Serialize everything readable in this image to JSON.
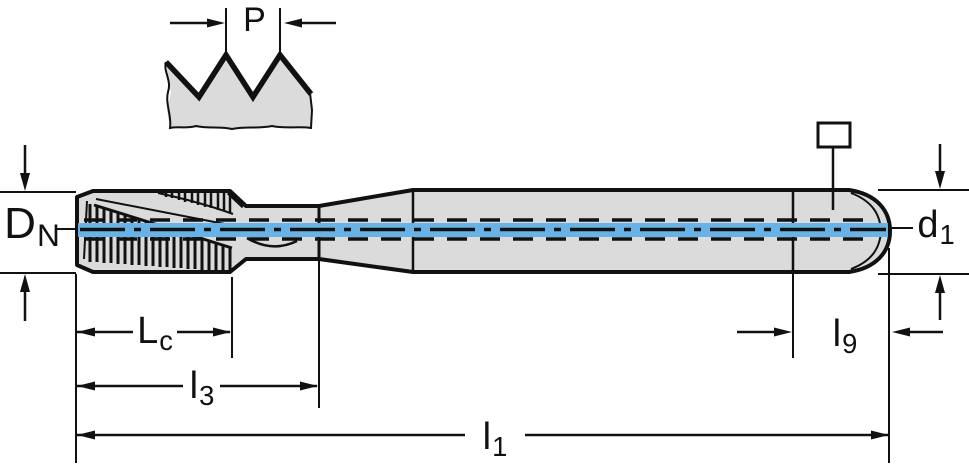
{
  "diagram": {
    "kind": "tap-technical-dimension-drawing",
    "colors": {
      "body_gray": "#DBDBDB",
      "centerline_blue": "#69B2E6",
      "line_black": "#111111"
    },
    "labels": {
      "pitch": {
        "base": "P",
        "sub": ""
      },
      "nominal_diameter": {
        "base": "D",
        "sub": "N"
      },
      "shank_diameter": {
        "base": "d",
        "sub": "1"
      },
      "chamfer_length": {
        "base": "L",
        "sub": "c"
      },
      "thread_length": {
        "base": "l",
        "sub": "3"
      },
      "overall_length": {
        "base": "l",
        "sub": "1"
      },
      "square_length": {
        "base": "l",
        "sub": "9"
      }
    }
  }
}
